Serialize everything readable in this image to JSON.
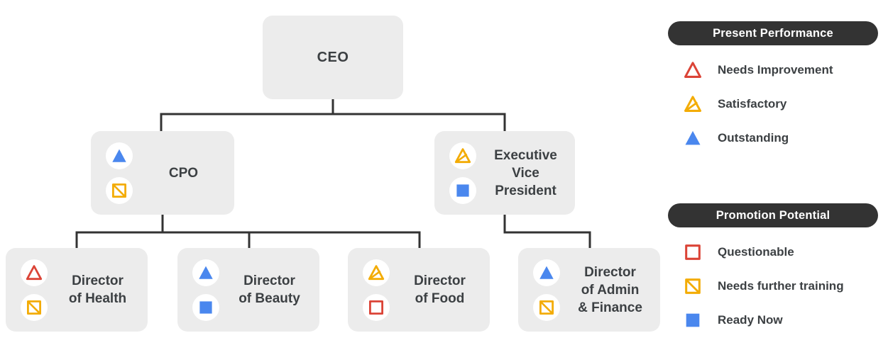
{
  "colors": {
    "red": "#DB4437",
    "yellow": "#F3AC05",
    "blue": "#4A87EE",
    "node_bg": "#ECECEC",
    "connector": "#333333",
    "pill_bg": "#333333",
    "text": "#3C4043"
  },
  "icon_defs": {
    "needs_improvement": {
      "shape": "triangle-outline",
      "color_key": "red"
    },
    "satisfactory": {
      "shape": "triangle-slash",
      "color_key": "yellow"
    },
    "outstanding": {
      "shape": "triangle-filled",
      "color_key": "blue"
    },
    "questionable": {
      "shape": "square-outline",
      "color_key": "red"
    },
    "needs_further_training": {
      "shape": "square-slash",
      "color_key": "yellow"
    },
    "ready_now": {
      "shape": "square-filled",
      "color_key": "blue"
    }
  },
  "org_chart": {
    "nodes": {
      "ceo": {
        "title": "CEO",
        "lines": [
          "CEO"
        ],
        "performance": null,
        "potential": null
      },
      "cpo": {
        "title": "CPO",
        "lines": [
          "CPO"
        ],
        "performance": "outstanding",
        "potential": "needs_further_training"
      },
      "evp": {
        "title": "Executive Vice President",
        "lines": [
          "Executive",
          "Vice",
          "President"
        ],
        "performance": "satisfactory",
        "potential": "ready_now"
      },
      "health": {
        "title": "Director of Health",
        "lines": [
          "Director",
          "of Health"
        ],
        "performance": "needs_improvement",
        "potential": "needs_further_training"
      },
      "beauty": {
        "title": "Director of Beauty",
        "lines": [
          "Director",
          "of Beauty"
        ],
        "performance": "outstanding",
        "potential": "ready_now"
      },
      "food": {
        "title": "Director of Food",
        "lines": [
          "Director",
          "of Food"
        ],
        "performance": "satisfactory",
        "potential": "questionable"
      },
      "admin": {
        "title": "Director of Admin & Finance",
        "lines": [
          "Director",
          "of Admin",
          "& Finance"
        ],
        "performance": "outstanding",
        "potential": "needs_further_training"
      }
    }
  },
  "legend": {
    "performance": {
      "title": "Present Performance",
      "items": [
        {
          "key": "needs_improvement",
          "label": "Needs Improvement"
        },
        {
          "key": "satisfactory",
          "label": "Satisfactory"
        },
        {
          "key": "outstanding",
          "label": "Outstanding"
        }
      ]
    },
    "potential": {
      "title": "Promotion Potential",
      "items": [
        {
          "key": "questionable",
          "label": "Questionable"
        },
        {
          "key": "needs_further_training",
          "label": "Needs further training"
        },
        {
          "key": "ready_now",
          "label": "Ready Now"
        }
      ]
    }
  }
}
